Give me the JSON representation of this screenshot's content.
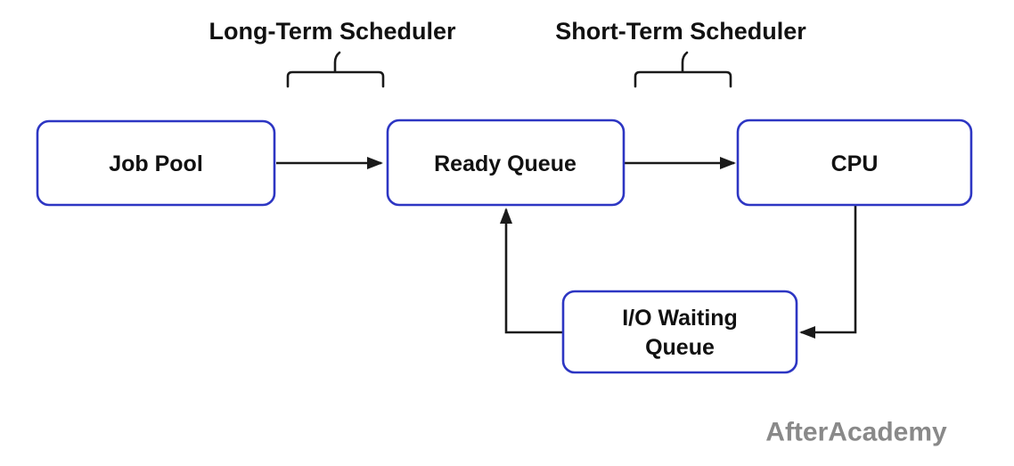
{
  "diagram": {
    "type": "flowchart",
    "topic": "Process scheduling queues",
    "labels": {
      "long_term_scheduler": "Long-Term Scheduler",
      "short_term_scheduler": "Short-Term Scheduler"
    },
    "nodes": {
      "job_pool": {
        "label": "Job Pool"
      },
      "ready_queue": {
        "label": "Ready Queue"
      },
      "cpu": {
        "label": "CPU"
      },
      "io_waiting_queue": {
        "label_line1": "I/O Waiting",
        "label_line2": "Queue"
      }
    },
    "edges": [
      {
        "from": "job_pool",
        "to": "ready_queue",
        "via_label": "long_term_scheduler"
      },
      {
        "from": "ready_queue",
        "to": "cpu",
        "via_label": "short_term_scheduler"
      },
      {
        "from": "cpu",
        "to": "io_waiting_queue"
      },
      {
        "from": "io_waiting_queue",
        "to": "ready_queue"
      }
    ],
    "colors": {
      "background": "#ffffff",
      "node_border": "#2d36c3",
      "node_fill": "#ffffff",
      "line": "#1a1a1a",
      "text": "#111111",
      "watermark": "#898989"
    }
  },
  "watermark": "AfterAcademy"
}
